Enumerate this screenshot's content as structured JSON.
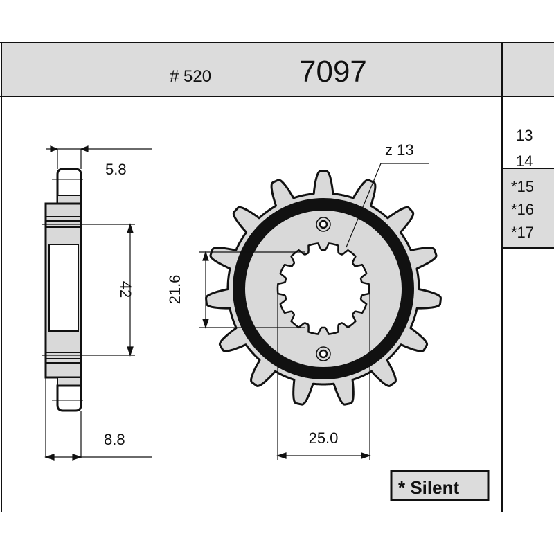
{
  "header": {
    "pitch_label": "# 520",
    "part_number": "7097"
  },
  "dimensions": {
    "tooth_width": "5.8",
    "hub_width": "8.8",
    "bolt_spacing": "42",
    "spline_minor": "21.6",
    "spline_major": "25.0",
    "teeth_label": "z 13"
  },
  "sizes": {
    "standard": [
      "13",
      "14"
    ],
    "silent": [
      "*15",
      "*16",
      "*17"
    ]
  },
  "legend": {
    "silent_label": "* Silent"
  },
  "colors": {
    "fill": "#d9d9d9",
    "line": "#111111",
    "header_bg": "#dcdcdc"
  },
  "sprocket": {
    "teeth": 15,
    "spline_teeth": 14
  }
}
